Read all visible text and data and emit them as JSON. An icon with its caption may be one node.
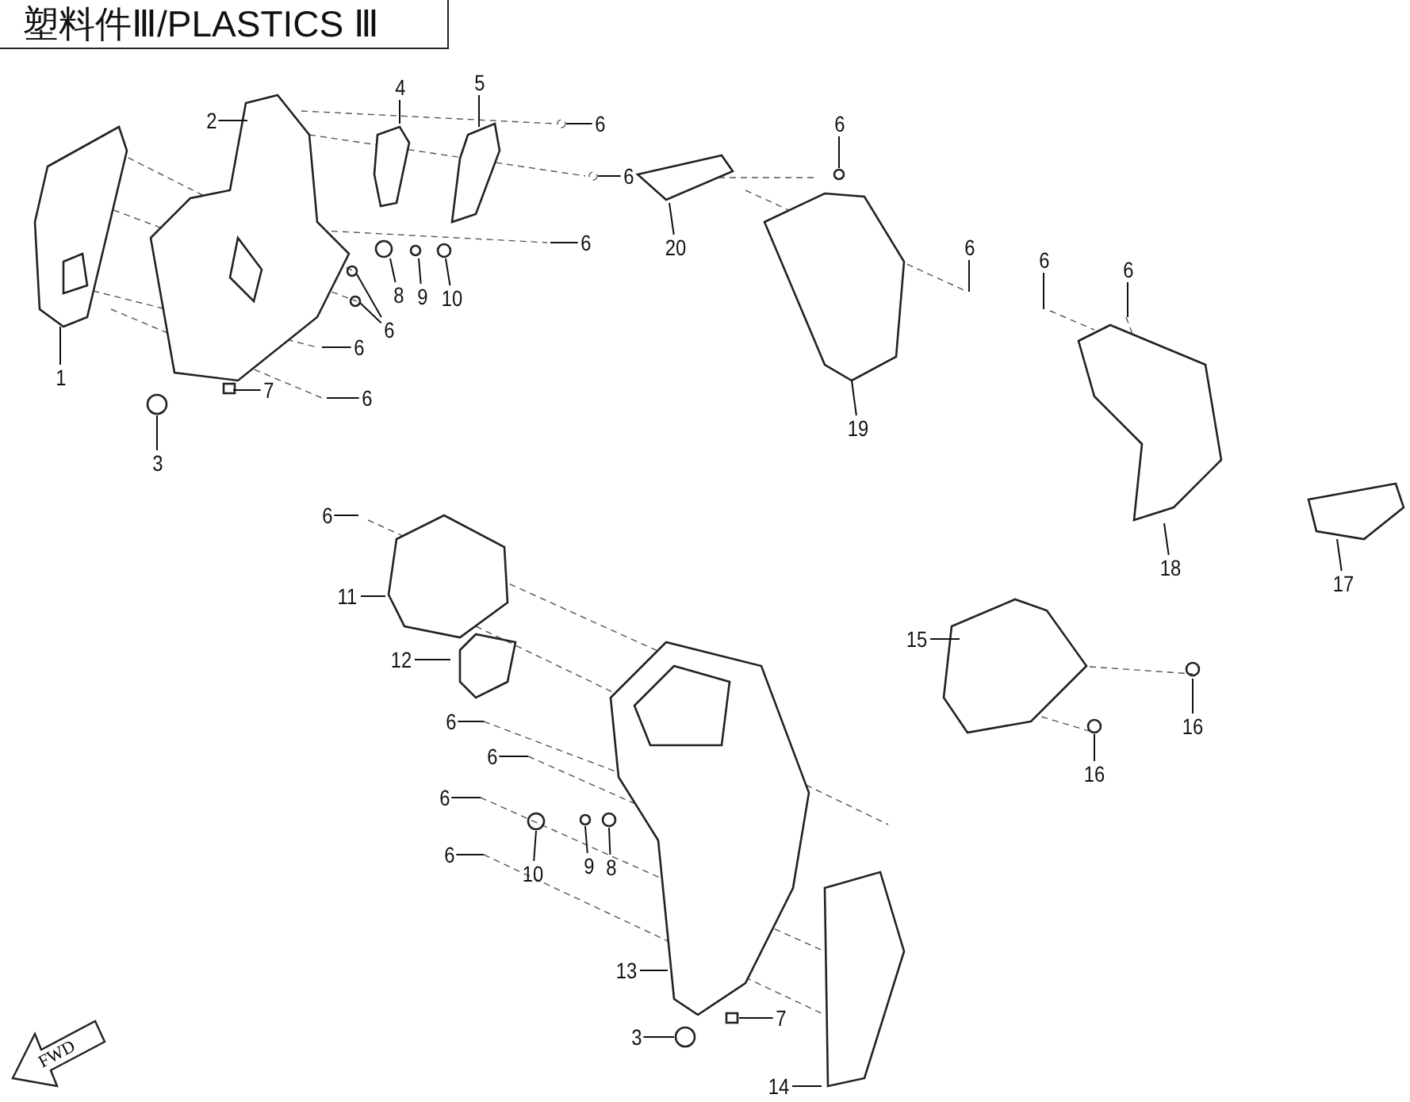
{
  "diagram": {
    "title": "塑料件Ⅲ/PLASTICS Ⅲ",
    "nodes": [
      {
        "text": [
          "1"
        ]
      },
      {
        "text": [
          "2"
        ]
      },
      {
        "text": [
          "3"
        ]
      },
      {
        "text": [
          "4"
        ]
      },
      {
        "text": [
          "5"
        ]
      },
      {
        "text": [
          "6"
        ]
      },
      {
        "text": [
          "6"
        ]
      },
      {
        "text": [
          "6"
        ]
      },
      {
        "text": [
          "8"
        ]
      },
      {
        "text": [
          "9"
        ]
      },
      {
        "text": [
          "10"
        ]
      },
      {
        "text": [
          "6"
        ]
      },
      {
        "text": [
          "6"
        ]
      },
      {
        "text": [
          "6"
        ]
      },
      {
        "text": [
          "7"
        ]
      },
      {
        "text": [
          "20"
        ]
      },
      {
        "text": [
          "6"
        ]
      },
      {
        "text": [
          "6"
        ]
      },
      {
        "text": [
          "19"
        ]
      },
      {
        "text": [
          "6"
        ]
      },
      {
        "text": [
          "6"
        ]
      },
      {
        "text": [
          "18"
        ]
      },
      {
        "text": [
          "17"
        ]
      },
      {
        "text": [
          "15"
        ]
      },
      {
        "text": [
          "16"
        ]
      },
      {
        "text": [
          "16"
        ]
      },
      {
        "text": [
          "6"
        ]
      },
      {
        "text": [
          "11"
        ]
      },
      {
        "text": [
          "12"
        ]
      },
      {
        "text": [
          "6"
        ]
      },
      {
        "text": [
          "6"
        ]
      },
      {
        "text": [
          "6"
        ]
      },
      {
        "text": [
          "10"
        ]
      },
      {
        "text": [
          "9"
        ]
      },
      {
        "text": [
          "8"
        ]
      },
      {
        "text": [
          "6"
        ]
      },
      {
        "text": [
          "13"
        ]
      },
      {
        "text": [
          "3"
        ]
      },
      {
        "text": [
          "7"
        ]
      },
      {
        "text": [
          "14"
        ]
      }
    ],
    "edges": [
      {
        "from": 0,
        "to": null,
        "arrow": "none"
      },
      {
        "from": 1,
        "to": null,
        "arrow": "none"
      },
      {
        "from": 2,
        "to": null,
        "arrow": "none"
      },
      {
        "from": 3,
        "to": null,
        "arrow": "none"
      },
      {
        "from": 4,
        "to": null,
        "arrow": "none"
      },
      {
        "from": 5,
        "to": null,
        "arrow": "none"
      },
      {
        "from": 6,
        "to": null,
        "arrow": "none"
      },
      {
        "from": 7,
        "to": null,
        "arrow": "none"
      },
      {
        "from": 8,
        "to": null,
        "arrow": "none"
      },
      {
        "from": 9,
        "to": null,
        "arrow": "none"
      },
      {
        "from": 10,
        "to": null,
        "arrow": "none"
      },
      {
        "from": 11,
        "to": null,
        "arrow": "none"
      },
      {
        "from": 11,
        "to": null,
        "arrow": "none"
      },
      {
        "from": 12,
        "to": null,
        "arrow": "none"
      },
      {
        "from": 13,
        "to": null,
        "arrow": "none"
      },
      {
        "from": 14,
        "to": null,
        "arrow": "none"
      },
      {
        "from": 15,
        "to": null,
        "arrow": "none"
      },
      {
        "from": 16,
        "to": null,
        "arrow": "none"
      },
      {
        "from": 17,
        "to": null,
        "arrow": "none"
      },
      {
        "from": 18,
        "to": null,
        "arrow": "none"
      },
      {
        "from": 19,
        "to": null,
        "arrow": "none"
      },
      {
        "from": 20,
        "to": null,
        "arrow": "none"
      },
      {
        "from": 21,
        "to": null,
        "arrow": "none"
      },
      {
        "from": 22,
        "to": null,
        "arrow": "none"
      },
      {
        "from": 23,
        "to": null,
        "arrow": "none"
      },
      {
        "from": 24,
        "to": null,
        "arrow": "none"
      },
      {
        "from": 25,
        "to": null,
        "arrow": "none"
      },
      {
        "from": 26,
        "to": null,
        "arrow": "none"
      },
      {
        "from": 27,
        "to": null,
        "arrow": "none"
      },
      {
        "from": 28,
        "to": null,
        "arrow": "none"
      },
      {
        "from": 29,
        "to": null,
        "arrow": "none"
      },
      {
        "from": 30,
        "to": null,
        "arrow": "none"
      },
      {
        "from": 31,
        "to": null,
        "arrow": "none"
      },
      {
        "from": 32,
        "to": null,
        "arrow": "none"
      },
      {
        "from": 33,
        "to": null,
        "arrow": "none"
      },
      {
        "from": 34,
        "to": null,
        "arrow": "none"
      },
      {
        "from": 35,
        "to": null,
        "arrow": "none"
      },
      {
        "from": 36,
        "to": null,
        "arrow": "none"
      },
      {
        "from": 37,
        "to": null,
        "arrow": "none"
      },
      {
        "from": 38,
        "to": null,
        "arrow": "none"
      },
      {
        "from": 39,
        "to": null,
        "arrow": "none"
      }
    ],
    "labels": [
      "FWD"
    ]
  }
}
